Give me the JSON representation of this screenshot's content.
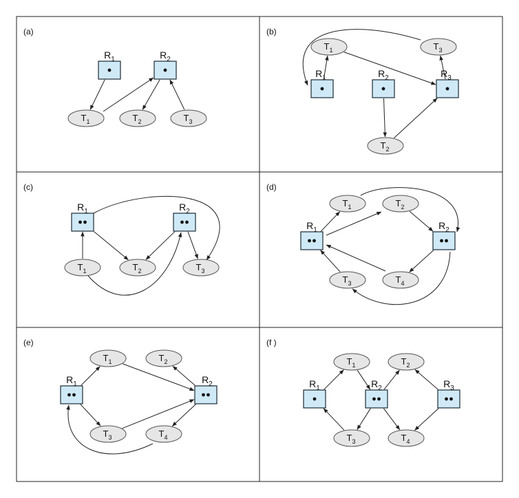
{
  "figure": {
    "panels": [
      {
        "label": "(a)",
        "resources": [
          {
            "id": "R1",
            "base": "R",
            "sub": "1",
            "instances": 1
          },
          {
            "id": "R2",
            "base": "R",
            "sub": "2",
            "instances": 1
          }
        ],
        "processes": [
          {
            "id": "T1",
            "base": "T",
            "sub": "1"
          },
          {
            "id": "T2",
            "base": "T",
            "sub": "2"
          },
          {
            "id": "T3",
            "base": "T",
            "sub": "3"
          }
        ],
        "edges": [
          {
            "from": "R1",
            "to": "T1"
          },
          {
            "from": "T1",
            "to": "R2"
          },
          {
            "from": "R2",
            "to": "T2"
          },
          {
            "from": "T3",
            "to": "R2"
          }
        ]
      },
      {
        "label": "(b)",
        "resources": [
          {
            "id": "R1",
            "base": "R",
            "sub": "1",
            "instances": 1
          },
          {
            "id": "R2",
            "base": "R",
            "sub": "2",
            "instances": 1
          },
          {
            "id": "R3",
            "base": "R",
            "sub": "3",
            "instances": 1
          }
        ],
        "processes": [
          {
            "id": "T1",
            "base": "T",
            "sub": "1"
          },
          {
            "id": "T2",
            "base": "T",
            "sub": "2"
          },
          {
            "id": "T3",
            "base": "T",
            "sub": "3"
          }
        ],
        "edges": [
          {
            "from": "R1",
            "to": "T1"
          },
          {
            "from": "T1",
            "to": "R3"
          },
          {
            "from": "R3",
            "to": "T3"
          },
          {
            "from": "T3",
            "to": "R1"
          },
          {
            "from": "R2",
            "to": "T2"
          },
          {
            "from": "T2",
            "to": "R3"
          }
        ]
      },
      {
        "label": "(c)",
        "resources": [
          {
            "id": "R1",
            "base": "R",
            "sub": "1",
            "instances": 2
          },
          {
            "id": "R2",
            "base": "R",
            "sub": "2",
            "instances": 2
          }
        ],
        "processes": [
          {
            "id": "T1",
            "base": "T",
            "sub": "1"
          },
          {
            "id": "T2",
            "base": "T",
            "sub": "2"
          },
          {
            "id": "T3",
            "base": "T",
            "sub": "3"
          }
        ],
        "edges": [
          {
            "from": "T1",
            "to": "R1"
          },
          {
            "from": "R1",
            "to": "T2"
          },
          {
            "from": "R1",
            "to": "T3"
          },
          {
            "from": "T1",
            "to": "R2"
          },
          {
            "from": "R2",
            "to": "T2"
          },
          {
            "from": "R2",
            "to": "T3"
          }
        ]
      },
      {
        "label": "(d)",
        "resources": [
          {
            "id": "R1",
            "base": "R",
            "sub": "1",
            "instances": 2
          },
          {
            "id": "R2",
            "base": "R",
            "sub": "2",
            "instances": 2
          }
        ],
        "processes": [
          {
            "id": "T1",
            "base": "T",
            "sub": "1"
          },
          {
            "id": "T2",
            "base": "T",
            "sub": "2"
          },
          {
            "id": "T3",
            "base": "T",
            "sub": "3"
          },
          {
            "id": "T4",
            "base": "T",
            "sub": "4"
          }
        ],
        "edges": [
          {
            "from": "R1",
            "to": "T1"
          },
          {
            "from": "R1",
            "to": "T2"
          },
          {
            "from": "T1",
            "to": "R2"
          },
          {
            "from": "T2",
            "to": "R2"
          },
          {
            "from": "R2",
            "to": "T4"
          },
          {
            "from": "R2",
            "to": "T3"
          },
          {
            "from": "T3",
            "to": "R1"
          },
          {
            "from": "T4",
            "to": "R1"
          }
        ]
      },
      {
        "label": "(e)",
        "resources": [
          {
            "id": "R1",
            "base": "R",
            "sub": "1",
            "instances": 2
          },
          {
            "id": "R2",
            "base": "R",
            "sub": "2",
            "instances": 2
          }
        ],
        "processes": [
          {
            "id": "T1",
            "base": "T",
            "sub": "1"
          },
          {
            "id": "T2",
            "base": "T",
            "sub": "2"
          },
          {
            "id": "T3",
            "base": "T",
            "sub": "3"
          },
          {
            "id": "T4",
            "base": "T",
            "sub": "4"
          }
        ],
        "edges": [
          {
            "from": "R1",
            "to": "T1"
          },
          {
            "from": "R1",
            "to": "T3"
          },
          {
            "from": "T1",
            "to": "R2"
          },
          {
            "from": "T3",
            "to": "R2"
          },
          {
            "from": "R2",
            "to": "T2"
          },
          {
            "from": "R2",
            "to": "T4"
          },
          {
            "from": "T4",
            "to": "R1"
          }
        ]
      },
      {
        "label": "(f )",
        "resources": [
          {
            "id": "R1",
            "base": "R",
            "sub": "1",
            "instances": 1
          },
          {
            "id": "R2",
            "base": "R",
            "sub": "2",
            "instances": 2
          },
          {
            "id": "R3",
            "base": "R",
            "sub": "3",
            "instances": 2
          }
        ],
        "processes": [
          {
            "id": "T1",
            "base": "T",
            "sub": "1"
          },
          {
            "id": "T2",
            "base": "T",
            "sub": "2"
          },
          {
            "id": "T3",
            "base": "T",
            "sub": "3"
          },
          {
            "id": "T4",
            "base": "T",
            "sub": "4"
          }
        ],
        "edges": [
          {
            "from": "R1",
            "to": "T1"
          },
          {
            "from": "T1",
            "to": "R2"
          },
          {
            "from": "R2",
            "to": "T2"
          },
          {
            "from": "R2",
            "to": "T3"
          },
          {
            "from": "T3",
            "to": "R1"
          },
          {
            "from": "R2",
            "to": "T4"
          },
          {
            "from": "R3",
            "to": "T2"
          },
          {
            "from": "R3",
            "to": "T4"
          }
        ]
      }
    ]
  }
}
